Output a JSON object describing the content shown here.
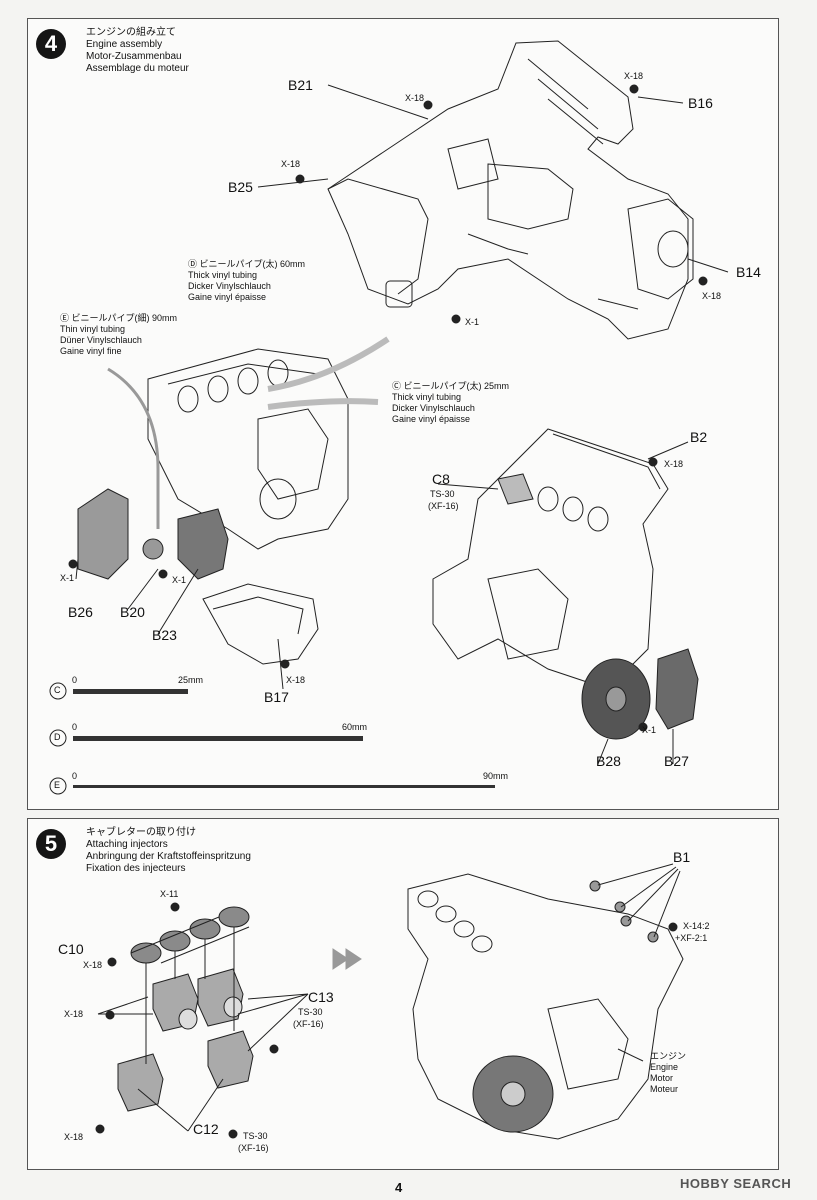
{
  "step4": {
    "number": "4",
    "title_jp": "エンジンの組み立て",
    "title_en": "Engine assembly",
    "title_de": "Motor-Zusammenbau",
    "title_fr": "Assemblage du moteur",
    "parts": {
      "b21": "B21",
      "b16": "B16",
      "b25": "B25",
      "b14": "B14",
      "b2": "B2",
      "c8": "C8",
      "b26": "B26",
      "b20": "B20",
      "b23": "B23",
      "b17": "B17",
      "b28": "B28",
      "b27": "B27"
    },
    "screws": {
      "x18": "X-18",
      "x1": "X-1"
    },
    "paint_ts30": "TS-30",
    "paint_xf16": "(XF-16)",
    "tube_d": {
      "code": "Ⓓ",
      "jp": "ビニールパイプ(太) 60mm",
      "en": "Thick vinyl tubing",
      "de": "Dicker Vinylschlauch",
      "fr": "Gaine vinyl épaisse"
    },
    "tube_e": {
      "code": "Ⓔ",
      "jp": "ビニールパイプ(細) 90mm",
      "en": "Thin vinyl tubing",
      "de": "Düner Vinylschlauch",
      "fr": "Gaine vinyl fine"
    },
    "tube_c": {
      "code": "Ⓒ",
      "jp": "ビニールパイプ(太) 25mm",
      "en": "Thick vinyl tubing",
      "de": "Dicker Vinylschlauch",
      "fr": "Gaine vinyl épaisse"
    },
    "scales": [
      {
        "code": "C",
        "zero": "0",
        "end": "25mm"
      },
      {
        "code": "D",
        "zero": "0",
        "end": "60mm"
      },
      {
        "code": "E",
        "zero": "0",
        "end": "90mm"
      }
    ]
  },
  "step5": {
    "number": "5",
    "title_jp": "キャブレターの取り付け",
    "title_en": "Attaching injectors",
    "title_de": "Anbringung der Kraftstoffeinspritzung",
    "title_fr": "Fixation des injecteurs",
    "parts": {
      "b1": "B1",
      "c10": "C10",
      "c13": "C13",
      "c12": "C12"
    },
    "screws": {
      "x11": "X-11",
      "x18": "X-18",
      "x14": "X-14:2",
      "xf2": "+XF-2:1"
    },
    "paint_ts30": "TS-30",
    "paint_xf16": "(XF-16)",
    "engine_jp": "エンジン",
    "engine_en": "Engine",
    "engine_de": "Motor",
    "engine_fr": "Moteur"
  },
  "footer": {
    "page": "4",
    "watermark": "HOBBY SEARCH"
  }
}
